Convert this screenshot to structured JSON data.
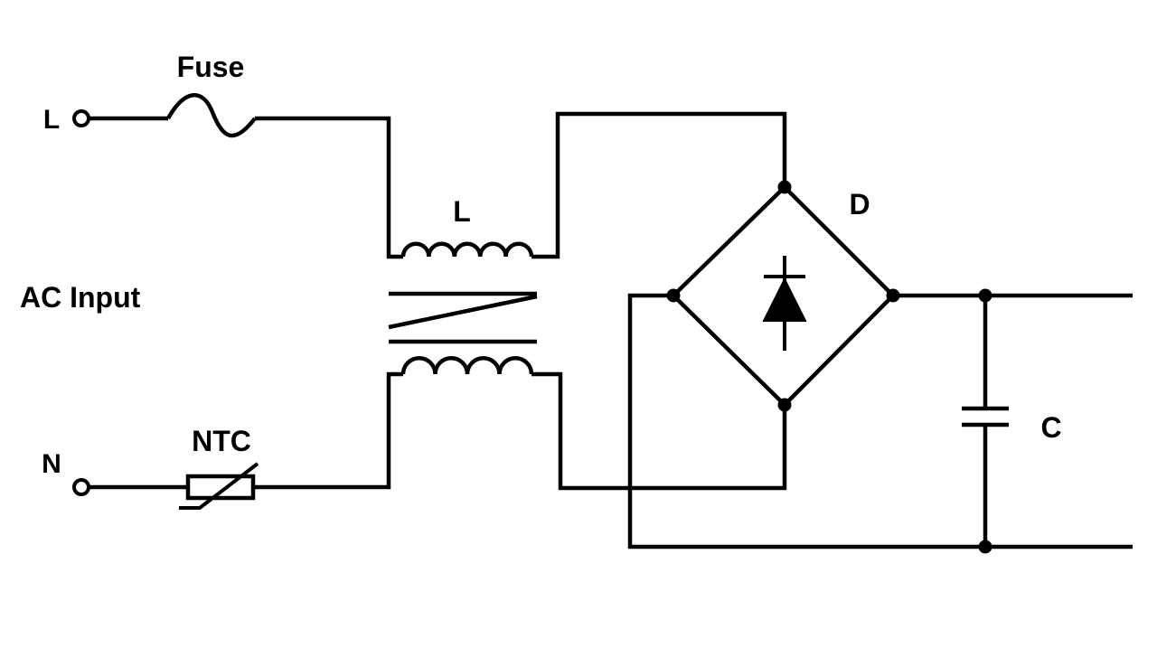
{
  "diagram": {
    "colors": {
      "stroke": "#000000",
      "background": "#ffffff"
    },
    "labels": {
      "line_terminal": "L",
      "neutral_terminal": "N",
      "ac_input": "AC Input",
      "fuse": "Fuse",
      "ntc": "NTC",
      "inductor": "L",
      "bridge": "D",
      "capacitor": "C"
    }
  }
}
